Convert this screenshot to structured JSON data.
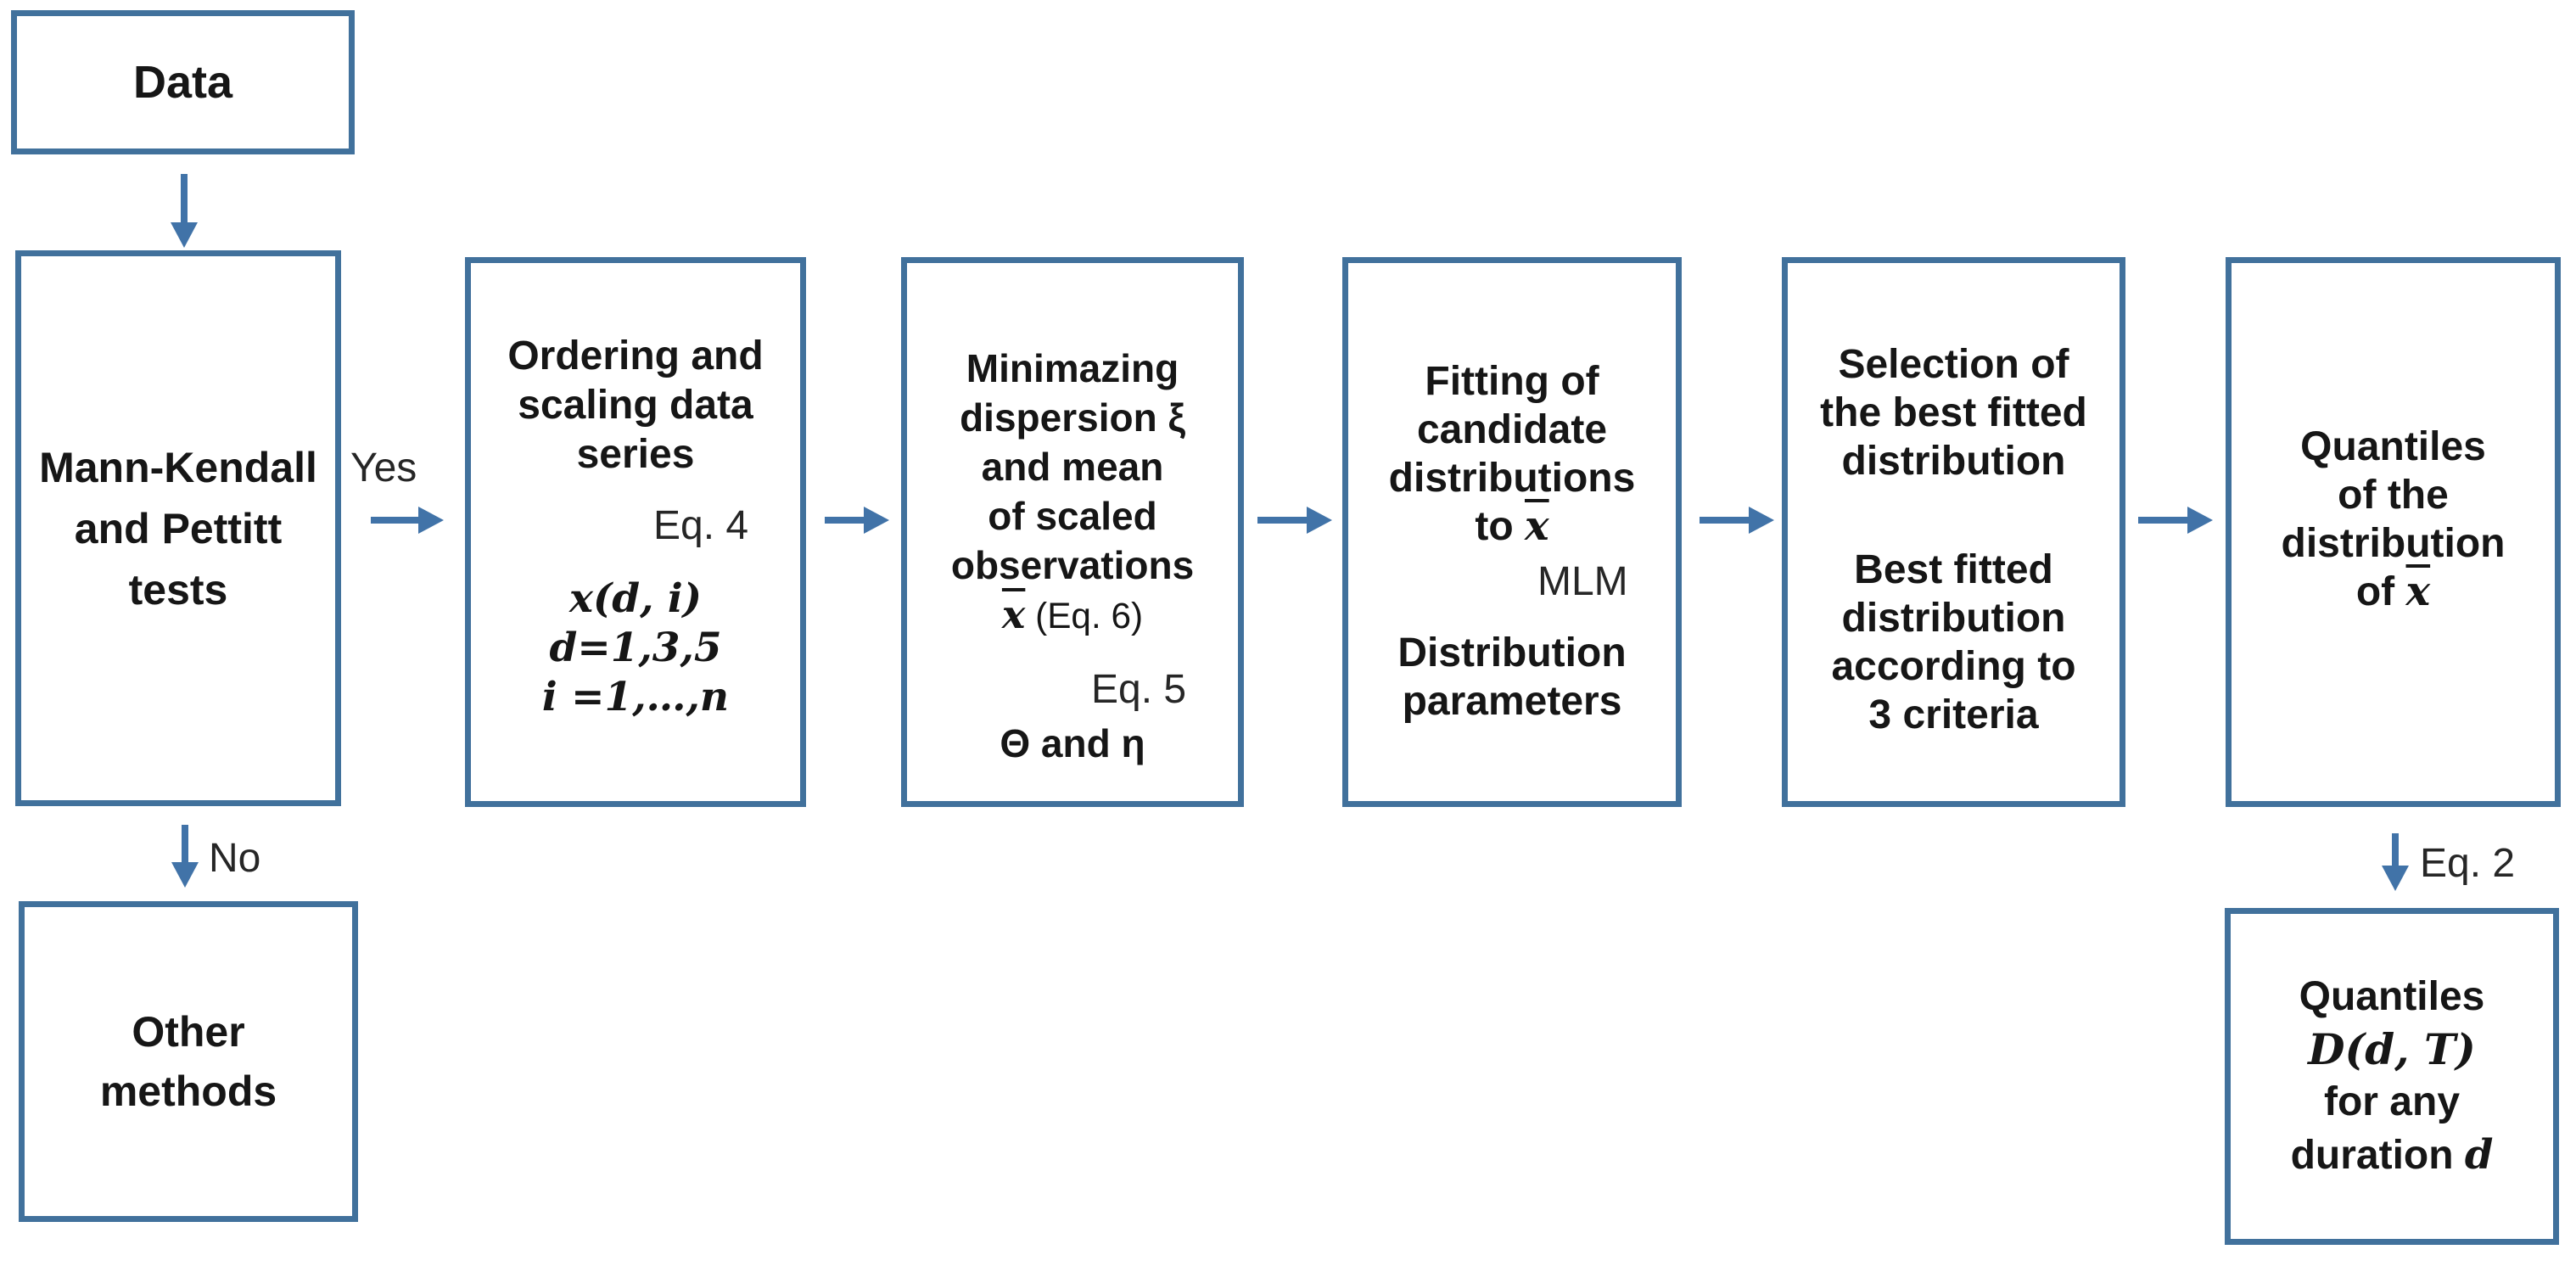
{
  "figure": {
    "type": "flowchart",
    "background": "#ffffff"
  },
  "colors": {
    "box_border": "#41719c",
    "arrow": "#4173a8",
    "box_text": "#161616",
    "label_text": "#262626"
  },
  "nodes": {
    "data": {
      "label": "Data"
    },
    "mann_kendall": {
      "lines": [
        "Mann-Kendall",
        "and Pettitt",
        "tests"
      ]
    },
    "ordering": {
      "lines": [
        "Ordering and",
        "scaling data",
        "series"
      ],
      "math_lines": [
        "x(d, i)",
        "d=1,3,5",
        "i =1,…,n"
      ]
    },
    "minimizing": {
      "lines": [
        "Minimazing",
        "dispersion ξ",
        "and mean",
        "of scaled",
        "observations"
      ],
      "xbar": "x",
      "xbar_suffix": " (Eq. 6)",
      "result": "Θ and η"
    },
    "fitting": {
      "lines": [
        "Fitting of",
        "candidate",
        "distributions"
      ],
      "to_prefix": "to ",
      "xbar": "x",
      "result_lines": [
        "Distribution",
        "parameters"
      ]
    },
    "selection": {
      "lines": [
        "Selection of",
        "the best fitted",
        "distribution"
      ],
      "result_lines": [
        "Best fitted",
        "distribution",
        "according to",
        "3 criteria"
      ]
    },
    "quantiles": {
      "lines": [
        "Quantiles",
        "of the",
        "distribution"
      ],
      "of_prefix": "of ",
      "xbar": "x"
    },
    "other_methods": {
      "lines": [
        "Other",
        "methods"
      ]
    },
    "quantiles_d": {
      "line1": "Quantiles",
      "math_line": "D(d, T)",
      "line3": "for any",
      "line4_prefix": "duration ",
      "line4_math": "d"
    }
  },
  "edge_labels": {
    "yes": "Yes",
    "no": "No",
    "eq4": "Eq. 4",
    "eq5": "Eq. 5",
    "mlm": "MLM",
    "eq2": "Eq. 2"
  }
}
